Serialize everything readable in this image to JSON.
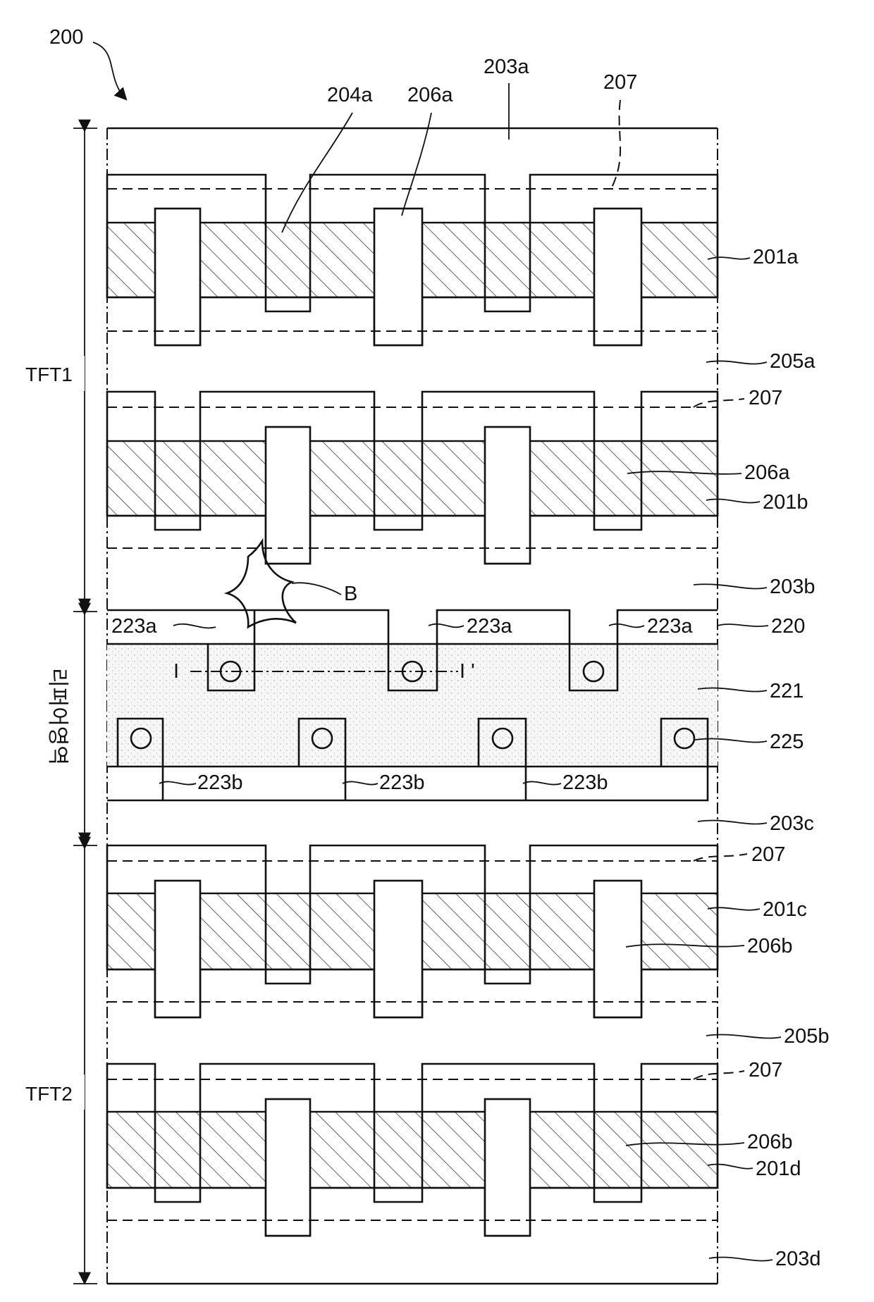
{
  "figure_number": "200",
  "regions": {
    "tft1": "TFT1",
    "boundary": "리퍼어영역",
    "tft2": "TFT2"
  },
  "labels": {
    "l203a": "203a",
    "l204a": "204a",
    "l206a_top": "206a",
    "l207_top": "207",
    "l201a": "201a",
    "l205a": "205a",
    "l207_b": "207",
    "l206a_mid": "206a",
    "l201b": "201b",
    "l203b": "203b",
    "lB": "B",
    "l223a_1": "223a",
    "l223a_2": "223a",
    "l223a_3": "223a",
    "l220": "220",
    "lI": "I",
    "lIp": "I '",
    "l221": "221",
    "l225": "225",
    "l223b_1": "223b",
    "l223b_2": "223b",
    "l223b_3": "223b",
    "l203c": "203c",
    "l207_c": "207",
    "l201c": "201c",
    "l206b": "206b",
    "l205b": "205b",
    "l207_d": "207",
    "l206b_2": "206b",
    "l201d": "201d",
    "l203d": "203d"
  }
}
